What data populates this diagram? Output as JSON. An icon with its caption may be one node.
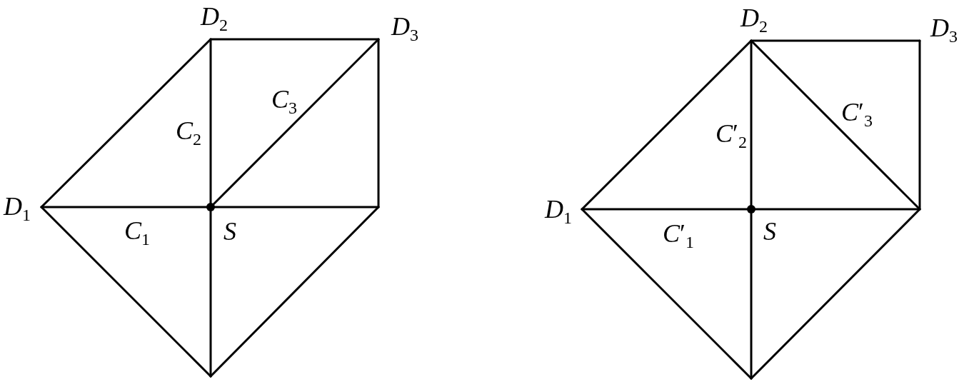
{
  "diagram": {
    "labels": [
      "*D*$_{2}$",
      "*D*$_{3}$",
      "*C*$_{3}$",
      "*C*$_{2}$",
      "*D*$_{1}$",
      "*C*$_{1}$",
      "*S*",
      "*D*$_{2}$",
      "*D*$_{3}$",
      "*C*′$_{3}$",
      "*C*′$_{2}$",
      "*D*$_{1}$",
      "*C*′$_{1}$",
      "*S*"
    ]
  }
}
